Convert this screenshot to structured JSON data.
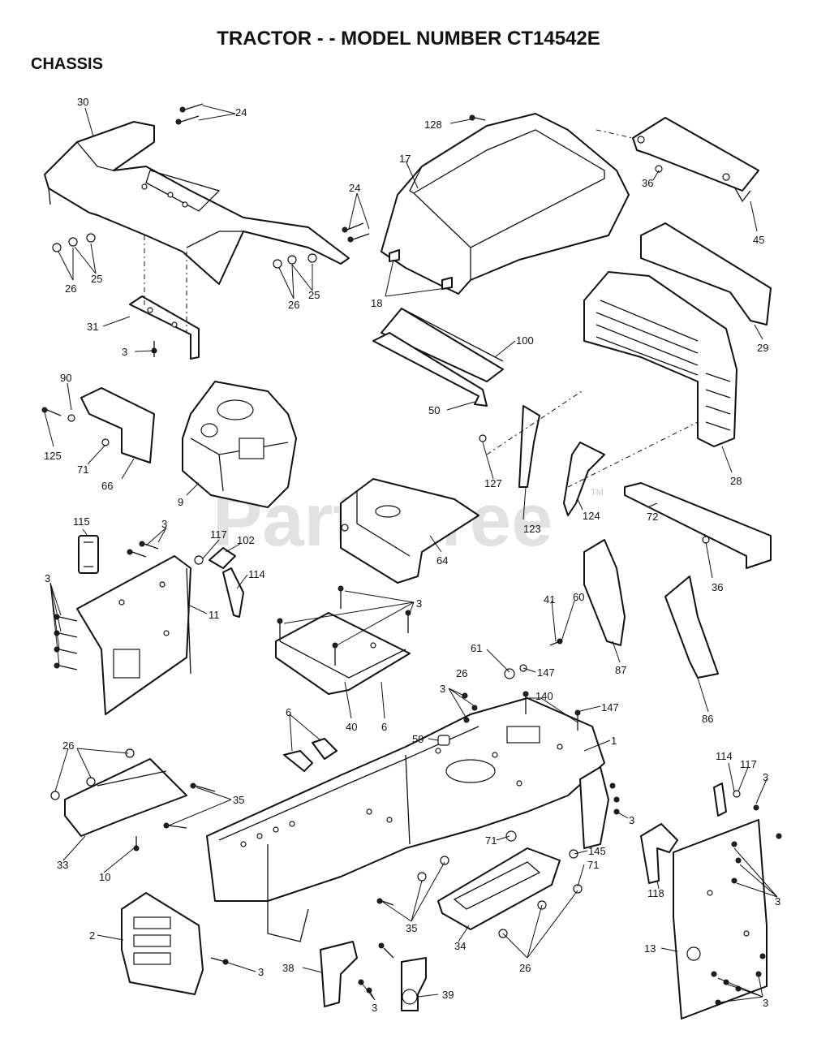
{
  "header": {
    "title": "TRACTOR - - MODEL NUMBER CT14542E",
    "section": "CHASSIS"
  },
  "watermark": {
    "text": "PartsTree",
    "trademark": "TM"
  },
  "callouts": {
    "c30": "30",
    "c24a": "24",
    "c128": "128",
    "c17": "17",
    "c36a": "36",
    "c45": "45",
    "c24b": "24",
    "c26a": "26",
    "c25a": "25",
    "c26b": "26",
    "c25b": "25",
    "c18": "18",
    "c29": "29",
    "c100": "100",
    "c31": "31",
    "c3a": "3",
    "c90": "90",
    "c50": "50",
    "c125": "125",
    "c71a": "71",
    "c66": "66",
    "c9": "9",
    "c127": "127",
    "c28": "28",
    "c123": "123",
    "c124": "124",
    "c72": "72",
    "c115": "115",
    "c3b": "3",
    "c117a": "117",
    "c102": "102",
    "c64": "64",
    "c36b": "36",
    "c114a": "114",
    "c3c": "3",
    "c11": "11",
    "c3d": "3",
    "c41": "41",
    "c60": "60",
    "c87": "87",
    "c61": "61",
    "c26c": "26",
    "c147a": "147",
    "c40": "40",
    "c6a": "6",
    "c3e": "3",
    "c140": "140",
    "c86": "86",
    "c147b": "147",
    "c6b": "6",
    "c59": "59",
    "c1": "1",
    "c26d": "26",
    "c35a": "35",
    "c114b": "114",
    "c117b": "117",
    "c3f": "3",
    "c3g": "3",
    "c71b": "71",
    "c145": "145",
    "c33": "33",
    "c10": "10",
    "c71c": "71",
    "c118": "118",
    "c3h": "3",
    "c2": "2",
    "c35b": "35",
    "c34": "34",
    "c3i": "3",
    "c13": "13",
    "c38": "38",
    "c39": "39",
    "c26e": "26",
    "c3j": "3",
    "c3k": "3"
  }
}
